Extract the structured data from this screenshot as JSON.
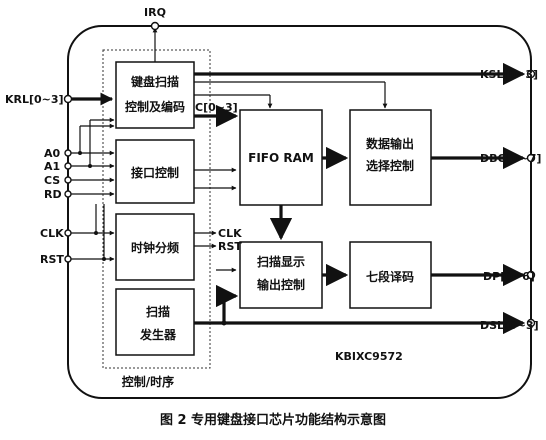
{
  "chip": {
    "name": "KBIXC9572"
  },
  "caption": "图 2   专用键盘接口芯片功能结构示意图",
  "control_region_label": "控制/时序",
  "blocks": {
    "keyscan": {
      "line1": "键盘扫描",
      "line2": "控制及编码"
    },
    "interface": {
      "line1": "接口控制"
    },
    "clockdiv": {
      "line1": "时钟分频"
    },
    "scangen": {
      "line1": "扫描",
      "line2": "发生器"
    },
    "fifo": {
      "line1": "FIFO   RAM"
    },
    "dataout": {
      "line1": "数据输出",
      "line2": "选择控制"
    },
    "scandisp": {
      "line1": "扫描显示",
      "line2": "输出控制"
    },
    "sevenseg": {
      "line1": "七段译码"
    }
  },
  "pins": {
    "irq": "IRQ",
    "krl": "KRL[0~3]",
    "a0": "A0",
    "a1": "A1",
    "cs": "CS",
    "rd": "RD",
    "clk": "CLK",
    "rst": "RST",
    "ksl": "KSL[0~3]",
    "dbo": "DBO[0~7]",
    "dp": "DP[0~6]",
    "dsl": "DSL[0~3]"
  },
  "signals": {
    "c_bus": "C[0~3]",
    "clk_out": "CLK",
    "rst_out": "RST"
  }
}
